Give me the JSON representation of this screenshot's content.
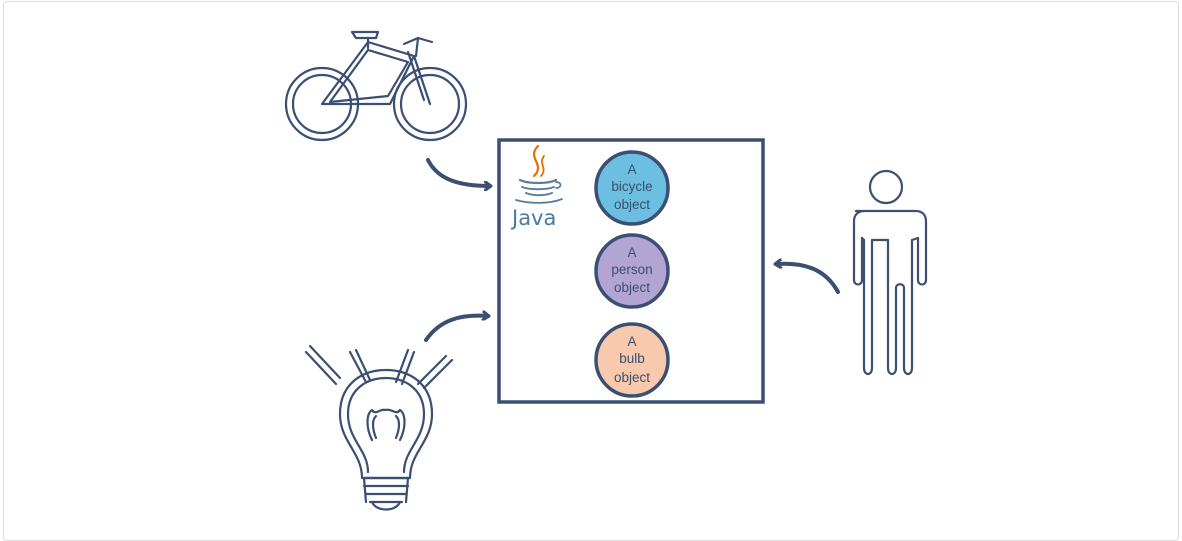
{
  "java_logo": {
    "label": "Java"
  },
  "objects": [
    {
      "lines": [
        "A",
        "bicycle",
        "object"
      ],
      "color": "#6cbfe0"
    },
    {
      "lines": [
        "A",
        "person",
        "object"
      ],
      "color": "#b2a5d4"
    },
    {
      "lines": [
        "A",
        "bulb",
        "object"
      ],
      "color": "#f9c9ad"
    }
  ],
  "colors": {
    "stroke": "#3b4f72",
    "java_cup": "#5a7d9c",
    "java_flame": "#e76f00"
  },
  "icons": [
    "bicycle-icon",
    "person-icon",
    "lightbulb-icon",
    "java-logo-icon"
  ]
}
